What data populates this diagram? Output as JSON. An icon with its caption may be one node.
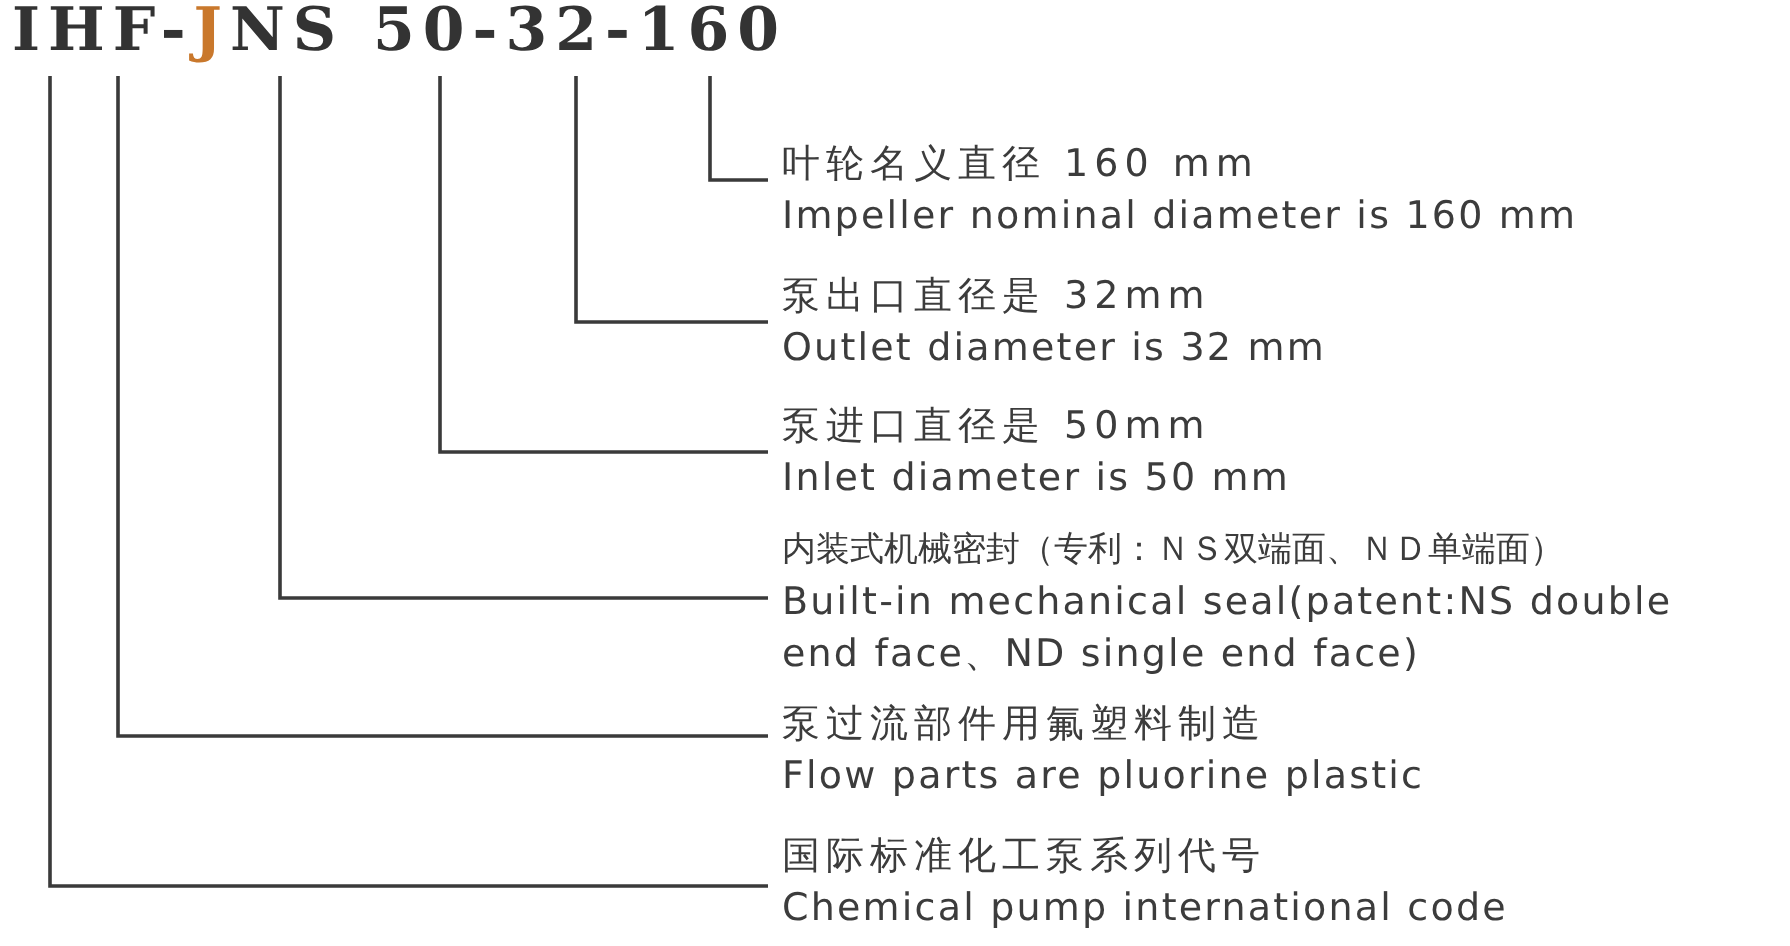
{
  "diagram": {
    "title": "IHF-JNS 50-32-160",
    "nodes": [
      {
        "text": [
          "叶轮名义直径 160 mm",
          "Impeller nominal diameter is 160 mm"
        ]
      },
      {
        "text": [
          "泵出口直径是 32mm",
          "Outlet diameter is 32 mm"
        ]
      },
      {
        "text": [
          "泵进口直径是 50mm",
          "Inlet diameter is 50 mm"
        ]
      },
      {
        "text": [
          "内装式机械密封（专利：ＮＳ双端面、ＮＤ单端面）",
          "Built-in mechanical seal(patent:NS double end face、ND single end face)"
        ]
      },
      {
        "text": [
          "泵过流部件用氟塑料制造",
          "Flow parts are pluorine plastic"
        ]
      },
      {
        "text": [
          "国际标准化工泵系列代号",
          "Chemical pump international code"
        ]
      }
    ],
    "edges": [
      {
        "from": 0,
        "to": null,
        "arrow": "none"
      },
      {
        "from": 1,
        "to": null,
        "arrow": "none"
      },
      {
        "from": 2,
        "to": null,
        "arrow": "none"
      },
      {
        "from": 3,
        "to": null,
        "arrow": "none"
      },
      {
        "from": 4,
        "to": null,
        "arrow": "none"
      },
      {
        "from": 5,
        "to": null,
        "arrow": "none"
      }
    ]
  }
}
